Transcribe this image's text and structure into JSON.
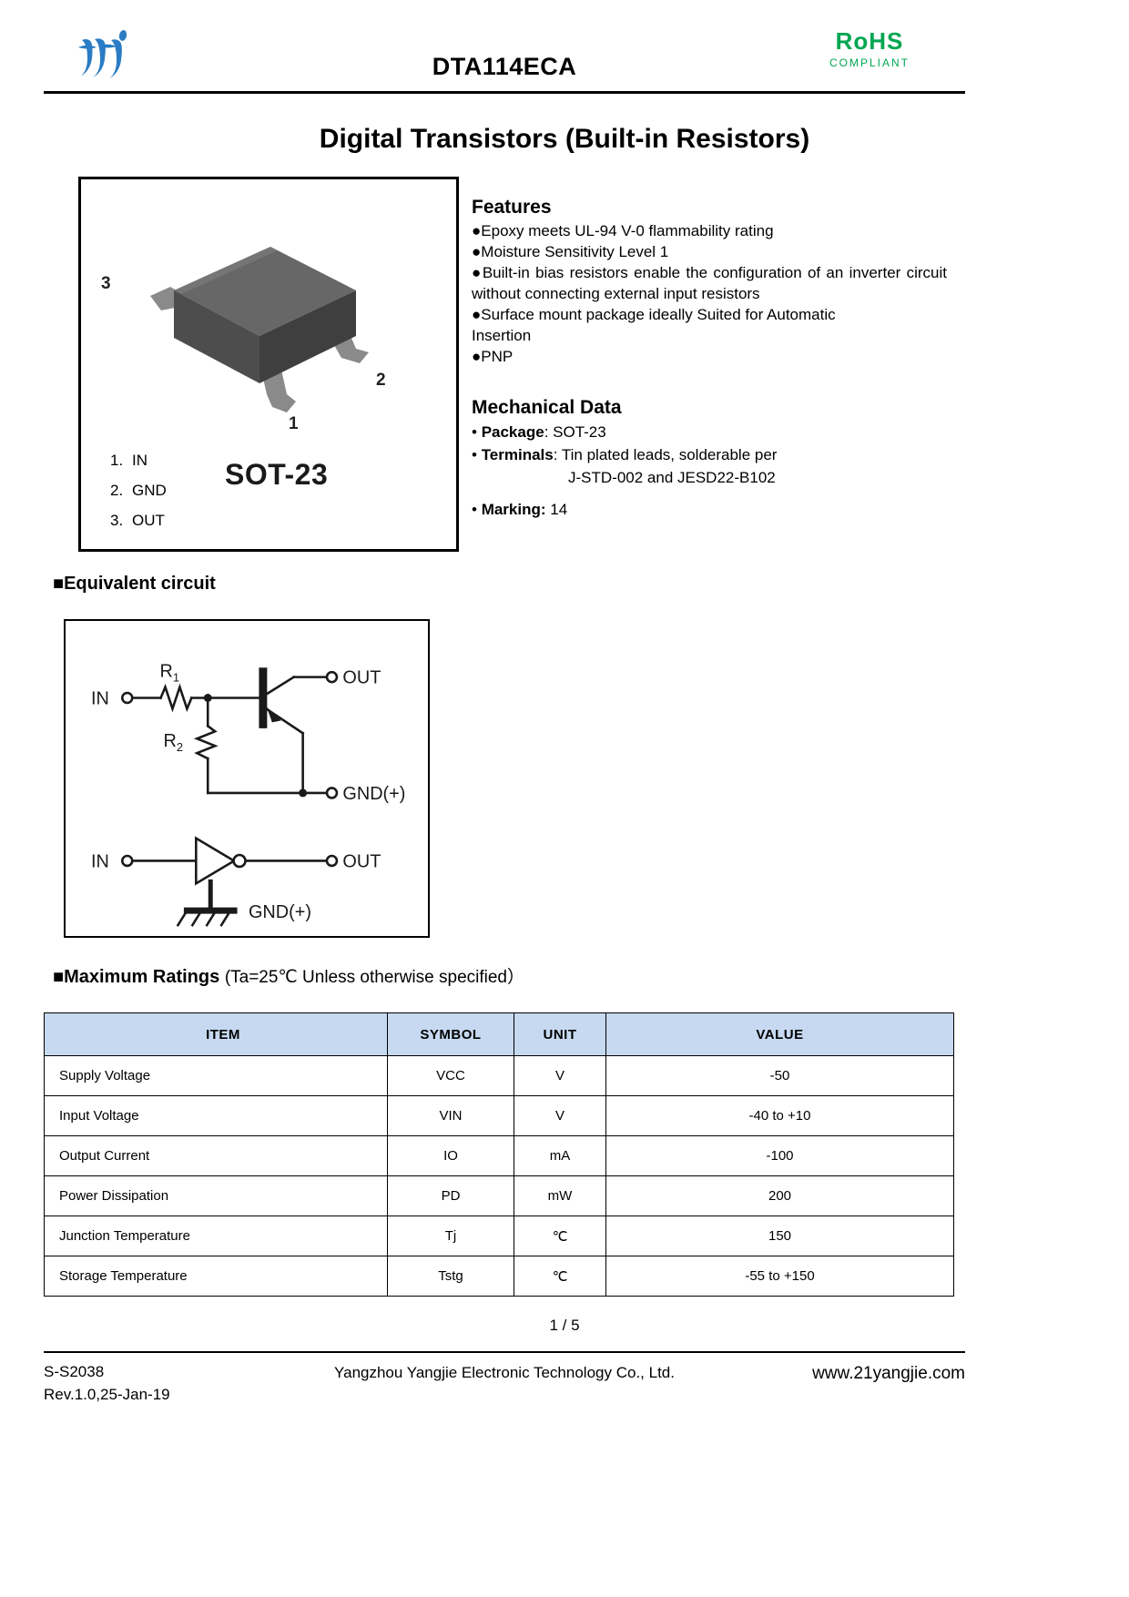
{
  "header": {
    "part_number": "DTA114ECA",
    "logo_name": "yangjie-logo",
    "rohs_main": "RoHS",
    "rohs_sub": "COMPLIANT",
    "rohs_color": "#00a651"
  },
  "main_title": "Digital Transistors (Built-in Resistors)",
  "package": {
    "label": "SOT-23",
    "pins": [
      {
        "num": "1.",
        "name": "IN"
      },
      {
        "num": "2.",
        "name": "GND"
      },
      {
        "num": "3.",
        "name": "OUT"
      }
    ],
    "callouts": [
      "3",
      "2",
      "1"
    ]
  },
  "features": {
    "heading": "Features",
    "items": [
      "Epoxy meets UL-94 V-0 flammability rating",
      "Moisture Sensitivity Level 1",
      "Built-in bias resistors enable the configuration of an inverter circuit",
      "without connecting external input resistors",
      "Surface mount package ideally Suited for Automatic",
      "Insertion",
      "PNP"
    ]
  },
  "mechanical": {
    "heading": "Mechanical Data",
    "package_label": "Package",
    "package_value": ": SOT-23",
    "terminals_label": "Terminals",
    "terminals_value": ": Tin plated leads, solderable  per",
    "terminals_cont": "J-STD-002 and JESD22-B102",
    "marking_label": "Marking:",
    "marking_value": "14"
  },
  "equivalent_circuit": {
    "heading": "Equivalent circuit",
    "labels": {
      "in": "IN",
      "out": "OUT",
      "gnd": "GND(+)",
      "r1": "R",
      "r1_sub": "1",
      "r2": "R",
      "r2_sub": "2",
      "in2": "IN",
      "out2": "OUT",
      "gnd2": "GND(+)"
    }
  },
  "max_ratings": {
    "heading": "Maximum Ratings",
    "condition": "(Ta=25℃ Unless otherwise specified）",
    "columns": [
      "ITEM",
      "SYMBOL",
      "UNIT",
      "VALUE"
    ],
    "rows": [
      {
        "item": "Supply Voltage",
        "symbol": "VCC",
        "unit": "V",
        "value": "-50"
      },
      {
        "item": "Input Voltage",
        "symbol": "VIN",
        "unit": "V",
        "value": "-40 to +10"
      },
      {
        "item": "Output Current",
        "symbol": "IO",
        "unit": "mA",
        "value": "-100"
      },
      {
        "item": "Power Dissipation",
        "symbol": "PD",
        "unit": "mW",
        "value": "200"
      },
      {
        "item": "Junction Temperature",
        "symbol": "Tj",
        "unit": "℃",
        "value": "150"
      },
      {
        "item": "Storage Temperature",
        "symbol": "Tstg",
        "unit": "℃",
        "value": "-55 to +150"
      }
    ],
    "header_bg": "#c6d9f1"
  },
  "footer": {
    "page": "1 / 5",
    "doc_code": "S-S2038",
    "revision": "Rev.1.0,25-Jan-19",
    "company": "Yangzhou Yangjie Electronic Technology Co., Ltd.",
    "website": "www.21yangjie.com"
  }
}
